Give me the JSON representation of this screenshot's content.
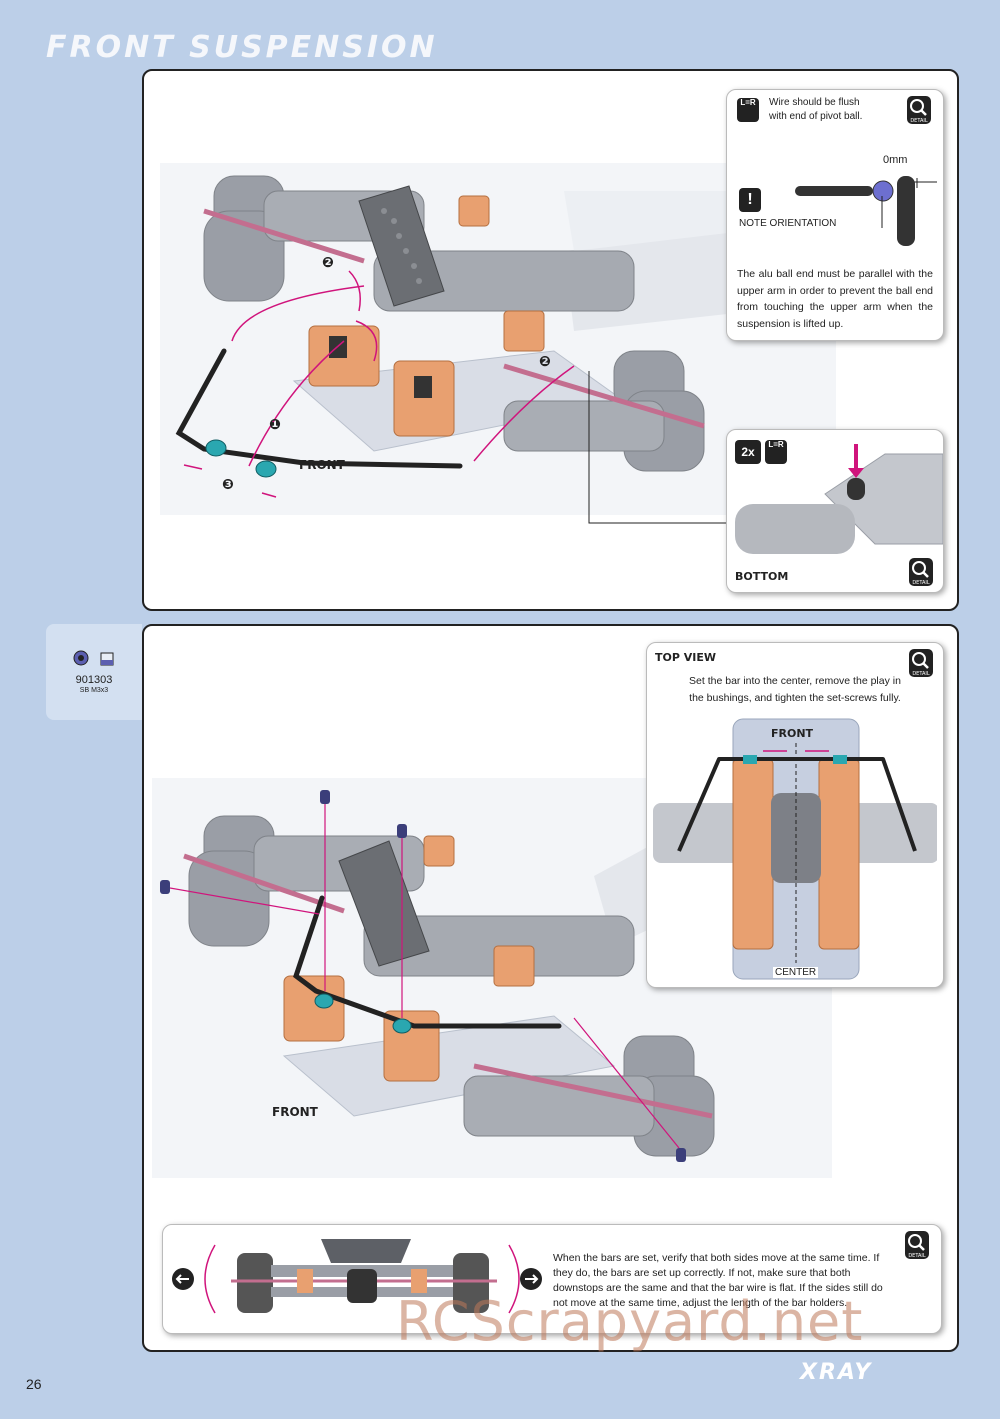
{
  "header": {
    "title": "FRONT SUSPENSION"
  },
  "step1": {
    "labels": {
      "front": "FRONT",
      "bottom": "BOTTOM",
      "callout_1": "❶",
      "callout_2a": "❷",
      "callout_2b": "❷",
      "callout_3": "❸"
    },
    "detail_pivot": {
      "symmetry_icon": "L=R",
      "note_text_line1": "Wire should be flush",
      "note_text_line2": "with end of pivot ball.",
      "dimension": "0mm",
      "orientation_label": "NOTE ORIENTATION",
      "body_text": "The alu ball end must be parallel with the upper arm in order to prevent the ball end from touching the upper arm when the suspension is lifted up.",
      "detail_icon": "DETAIL"
    },
    "detail_bottom": {
      "quantity": "2x",
      "symmetry_icon": "L=R",
      "label": "BOTTOM",
      "detail_icon": "DETAIL"
    }
  },
  "step2": {
    "parts": {
      "code": "901303",
      "name": "SB M3x3"
    },
    "labels": {
      "front": "FRONT"
    },
    "top_view": {
      "title": "TOP VIEW",
      "text": "Set the bar into the center, remove the play in the bushings, and tighten the set-screws fully.",
      "front": "FRONT",
      "center": "CENTER",
      "detail_icon": "DETAIL"
    },
    "bottom_detail": {
      "text": "When the bars are set, verify that both sides move at the same time. If they do, the bars are set up correctly. If not, make sure that both downstops are the same and that the bar wire is flat. If the sides still do not move at the same time, adjust the length of the bar holders.",
      "detail_icon": "DETAIL"
    }
  },
  "footer": {
    "page_number": "26",
    "brand": "XRAY"
  },
  "watermark": "RCScrapyard.net",
  "colors": {
    "page_bg": "#bccfe8",
    "accent_magenta": "#d0147c",
    "alu_orange": "#e8a070",
    "part_teal": "#2aa7b0"
  },
  "icons": [
    "detail-magnifier-icon",
    "symmetry-icon",
    "exclamation-icon",
    "set-screw-icon",
    "bushing-icon",
    "rotate-left-icon",
    "rotate-right-icon"
  ]
}
